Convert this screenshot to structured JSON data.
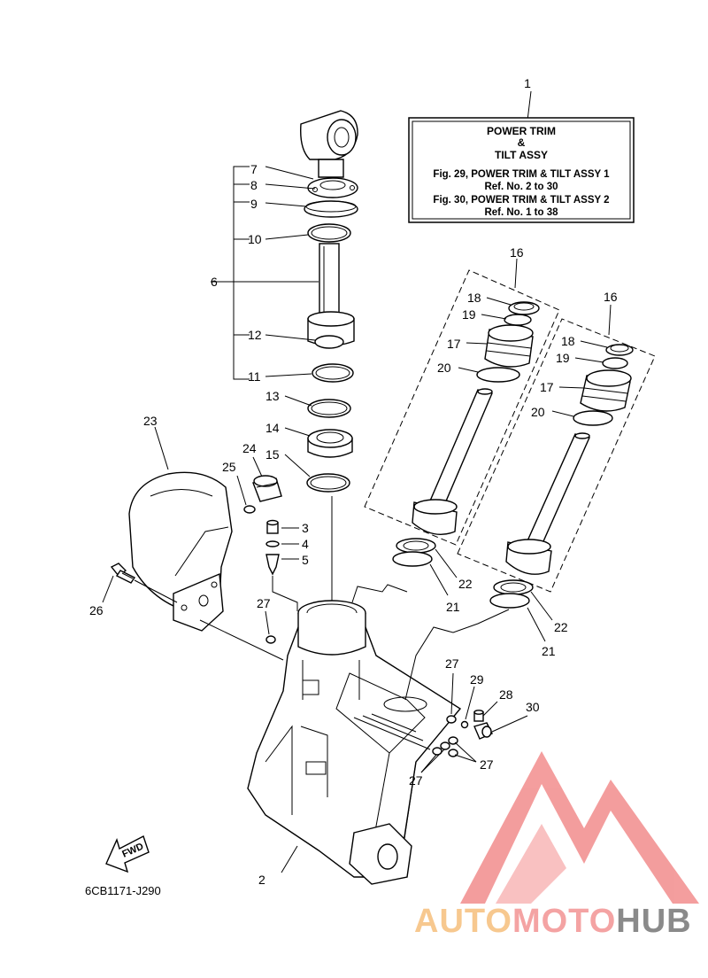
{
  "info_box": {
    "ref": "1",
    "title_line1": "POWER TRIM",
    "title_line2": "&",
    "title_line3": "TILT ASSY",
    "ref_line1": "Fig. 29, POWER TRIM & TILT ASSY 1",
    "ref_line2": "Ref. No. 2 to 30",
    "ref_line3": "Fig. 30, POWER TRIM & TILT ASSY 2",
    "ref_line4": "Ref. No. 1 to 38"
  },
  "fwd_label": "FWD",
  "diagram_code": "6CB1171-J290",
  "watermark": {
    "part1": "AUTO",
    "part2": "MOTO",
    "part3": "HUB",
    "colors": {
      "auto": "#f7c88f",
      "moto": "#f4a3a3",
      "hub": "#8a8a8a",
      "triangle": "#f28d8d"
    }
  },
  "callouts": {
    "c1": "1",
    "c2": "2",
    "c3": "3",
    "c4": "4",
    "c5": "5",
    "c6": "6",
    "c7": "7",
    "c8": "8",
    "c9": "9",
    "c10": "10",
    "c11": "11",
    "c12": "12",
    "c13": "13",
    "c14": "14",
    "c15": "15",
    "c16a": "16",
    "c16b": "16",
    "c17a": "17",
    "c17b": "17",
    "c18a": "18",
    "c18b": "18",
    "c19a": "19",
    "c19b": "19",
    "c20a": "20",
    "c20b": "20",
    "c21a": "21",
    "c21b": "21",
    "c22a": "22",
    "c22b": "22",
    "c23": "23",
    "c24": "24",
    "c25": "25",
    "c26": "26",
    "c27a": "27",
    "c27b": "27",
    "c27c": "27",
    "c27d": "27",
    "c28": "28",
    "c29": "29",
    "c30": "30"
  }
}
